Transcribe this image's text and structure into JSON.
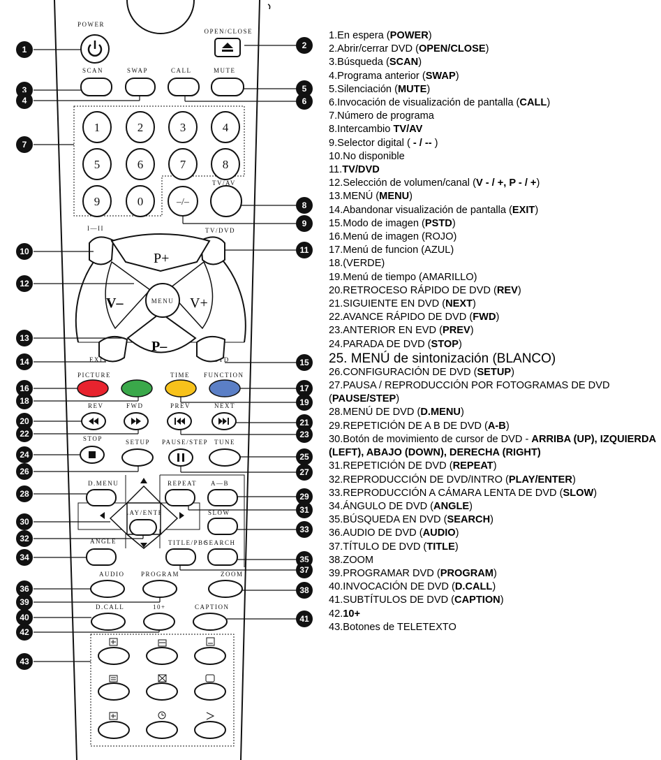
{
  "remote": {
    "button_labels": {
      "power": "POWER",
      "open_close": "OPEN/CLOSE",
      "scan": "SCAN",
      "swap": "SWAP",
      "call": "CALL",
      "mute": "MUTE",
      "tv_av": "TV/AV",
      "play_pause": "I—II",
      "tv_dvd": "TV/DVD",
      "p_plus": "P+",
      "p_minus": "P–",
      "v_minus": "V–",
      "v_plus": "V+",
      "menu": "MENU",
      "exit": "EXIT",
      "p_std": "P.STD",
      "picture": "PICTURE",
      "time": "TIME",
      "function": "FUNCTION",
      "rev": "REV",
      "fwd": "FWD",
      "prev": "PREV",
      "next": "NEXT",
      "stop": "STOP",
      "setup": "SETUP",
      "pause_step": "PAUSE/STEP",
      "tune": "TUNE",
      "d_menu": "D.MENU",
      "repeat": "REPEAT",
      "a_b": "A—B",
      "play_enter": "PLAY/ENTER",
      "slow": "SLOW",
      "angle": "ANGLE",
      "title_pbc": "TITLE/PBC",
      "search": "SEARCH",
      "audio": "AUDIO",
      "program": "PROGRAM",
      "zoom": "ZOOM",
      "d_call": "D.CALL",
      "ten_plus": "10+",
      "caption": "CAPTION",
      "digit_select": "–/–"
    },
    "digits": [
      "1",
      "2",
      "3",
      "4",
      "5",
      "6",
      "7",
      "8",
      "9",
      "0"
    ],
    "colors": {
      "red": "#e8232e",
      "green": "#3aa84a",
      "yellow": "#f7c21b",
      "blue": "#5b7fc6",
      "callout": "#111111"
    }
  },
  "callouts": [
    "1",
    "2",
    "3",
    "4",
    "5",
    "6",
    "7",
    "8",
    "9",
    "10",
    "11",
    "12",
    "13",
    "14",
    "15",
    "16",
    "17",
    "18",
    "19",
    "20",
    "21",
    "22",
    "23",
    "24",
    "25",
    "26",
    "27",
    "28",
    "29",
    "30",
    "31",
    "32",
    "33",
    "34",
    "35",
    "36",
    "37",
    "38",
    "39",
    "40",
    "41",
    "42",
    "43"
  ],
  "legend": [
    {
      "pre": "1.En espera  (",
      "bold": "POWER",
      "post": ")"
    },
    {
      "pre": "2.Abrir/cerrar DVD  (",
      "bold": "OPEN/CLOSE",
      "post": ")"
    },
    {
      "pre": "3.Búsqueda  (",
      "bold": "SCAN",
      "post": ")"
    },
    {
      "pre": "4.Programa anterior  (",
      "bold": "SWAP",
      "post": ")"
    },
    {
      "pre": "5.Silenciación  (",
      "bold": "MUTE",
      "post": ")"
    },
    {
      "pre": "6.Invocación de visualización de pantalla  (",
      "bold": "CALL",
      "post": ")"
    },
    {
      "pre": "7.Número de programa",
      "bold": "",
      "post": ""
    },
    {
      "pre": "8.Intercambio ",
      "bold": "TV/AV",
      "post": ""
    },
    {
      "pre": "9.Selector digital  ( ",
      "bold": "- / --",
      "post": " )"
    },
    {
      "pre": "10.No disponible",
      "bold": "",
      "post": ""
    },
    {
      "pre": "11.",
      "bold": "TV/DVD",
      "post": ""
    },
    {
      "pre": "12.Selección de volumen/canal (",
      "bold": "V - / +, P - / +",
      "post": ")"
    },
    {
      "pre": "13.MENÚ  (",
      "bold": "MENU",
      "post": ")"
    },
    {
      "pre": "14.Abandonar visualización de pantalla  (",
      "bold": "EXIT",
      "post": ")"
    },
    {
      "pre": "15.Modo de imagen  (",
      "bold": "PSTD",
      "post": ")"
    },
    {
      "pre": "16.Menú de imagen (ROJO)",
      "bold": "",
      "post": ""
    },
    {
      "pre": "17.Menú de funcion (AZUL)",
      "bold": "",
      "post": ""
    },
    {
      "pre": "18.(VERDE)",
      "bold": "",
      "post": ""
    },
    {
      "pre": "19.Menú de tiempo (AMARILLO)",
      "bold": "",
      "post": ""
    },
    {
      "pre": "20.RETROCESO RÁPIDO DE DVD (",
      "bold": "REV",
      "post": ")"
    },
    {
      "pre": "21.SIGUIENTE EN DVD  (",
      "bold": "NEXT",
      "post": ")"
    },
    {
      "pre": "22.AVANCE RÁPIDO DE DVD  (",
      "bold": "FWD",
      "post": ")"
    },
    {
      "pre": "23.ANTERIOR EN EVD  (",
      "bold": "PREV",
      "post": ")"
    },
    {
      "pre": "24.PARADA DE DVD  (",
      "bold": "STOP",
      "post": ")"
    },
    {
      "pre": "25. MENÚ  de sintonización (BLANCO)",
      "bold": "",
      "post": ""
    },
    {
      "pre": "26.CONFIGURACIÓN DE DVD  (",
      "bold": "SETUP",
      "post": ")"
    },
    {
      "pre": "27.PAUSA / REPRODUCCIÓN POR FOTOGRAMAS DE DVD  (",
      "bold": "PAUSE/STEP",
      "post": ")"
    },
    {
      "pre": "28.MENÚ DE DVD  (",
      "bold": "D.MENU",
      "post": ")"
    },
    {
      "pre": "29.REPETICIÓN DE A B DE DVD  (",
      "bold": "A-B",
      "post": ")"
    },
    {
      "pre": "30.Botón de movimiento de cursor de DVD  - ",
      "bold": "ARRIBA (UP), IZQUIERDA (LEFT), ABAJO (DOWN), DERECHA  (RIGHT)",
      "post": ""
    },
    {
      "pre": "31.REPETICIÓN DE DVD  (",
      "bold": "REPEAT",
      "post": ")"
    },
    {
      "pre": "32.REPRODUCCIÓN DE DVD/INTRO (",
      "bold": "PLAY/ENTER",
      "post": ")"
    },
    {
      "pre": "33.REPRODUCCIÓN A CÁMARA LENTA DE DVD (",
      "bold": "SLOW",
      "post": ")"
    },
    {
      "pre": "34.ÁNGULO DE DVD  (",
      "bold": "ANGLE",
      "post": ")"
    },
    {
      "pre": "35.BÚSQUEDA EN DVD  (",
      "bold": "SEARCH",
      "post": ")"
    },
    {
      "pre": "36.AUDIO DE DVD  (",
      "bold": "AUDIO",
      "post": ")"
    },
    {
      "pre": "37.TÍTULO DE DVD  (",
      "bold": "TITLE",
      "post": ")"
    },
    {
      "pre": "38.ZOOM",
      "bold": "",
      "post": ""
    },
    {
      "pre": "39.PROGRAMAR DVD  (",
      "bold": "PROGRAM",
      "post": ")"
    },
    {
      "pre": "40.INVOCACIÓN DE DVD  (",
      "bold": "D.CALL",
      "post": ")"
    },
    {
      "pre": "41.SUBTÍTULOS DE DVD  (",
      "bold": "CAPTION",
      "post": ")"
    },
    {
      "pre": "42.",
      "bold": "10+",
      "post": ""
    },
    {
      "pre": "43.Botones de TELETEXTO",
      "bold": "",
      "post": ""
    }
  ]
}
